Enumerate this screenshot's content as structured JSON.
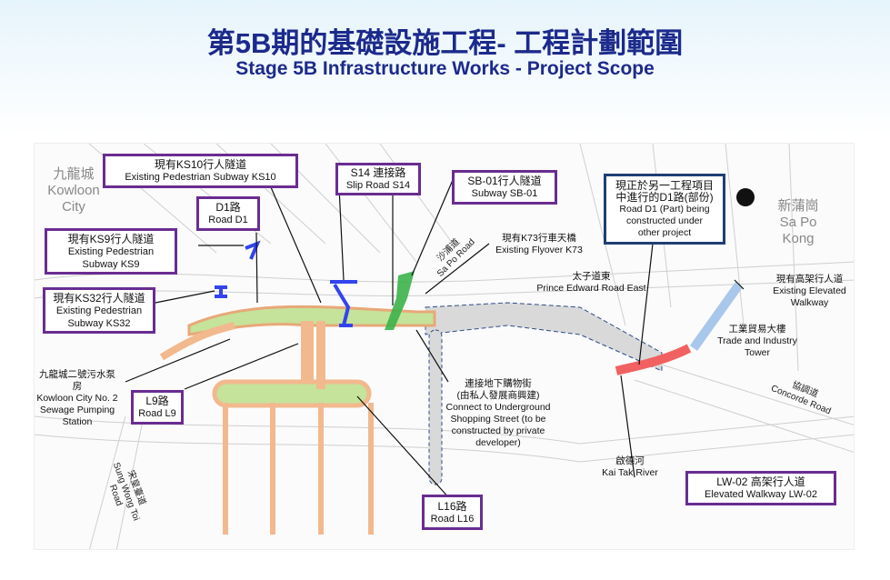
{
  "title_zh": "第5B期的基礎設施工程- 工程計劃範圍",
  "title_en": "Stage 5B Infrastructure Works - Project Scope",
  "places": {
    "kowloon_city": {
      "zh": "九龍城",
      "en1": "Kowloon",
      "en2": "City"
    },
    "sa_po_kong": {
      "zh": "新蒲崗",
      "en": "Sa Po Kong"
    }
  },
  "boxes": {
    "ks10": {
      "zh": "現有KS10行人隧道",
      "en": "Existing Pedestrian Subway KS10"
    },
    "s14": {
      "zh": "S14 連接路",
      "en": "Slip Road S14"
    },
    "sb01": {
      "zh": "SB-01行人隧道",
      "en": "Subway SB-01"
    },
    "d1": {
      "zh": "D1路",
      "en": "Road D1"
    },
    "ks9": {
      "zh": "現有KS9行人隧道",
      "en1": "Existing Pedestrian",
      "en2": "Subway KS9"
    },
    "ks32": {
      "zh": "現有KS32行人隧道",
      "en1": "Existing Pedestrian",
      "en2": "Subway KS32"
    },
    "d1_part": {
      "zh1": "現正於另一工程項目",
      "zh2": "中進行的D1路(部份)",
      "en1": "Road D1 (Part) being",
      "en2": "constructed under",
      "en3": "other project"
    },
    "l9": {
      "zh": "L9路",
      "en": "Road L9"
    },
    "l16": {
      "zh": "L16路",
      "en": "Road L16"
    },
    "lw02": {
      "zh": "LW-02 高架行人道",
      "en": "Elevated Walkway LW-02"
    }
  },
  "labels": {
    "k73": {
      "zh": "現有K73行車天橋",
      "en": "Existing Flyover K73"
    },
    "pere": {
      "zh": "太子道東",
      "en": "Prince Edward Road East"
    },
    "elev_walk": {
      "zh": "現有高架行人道",
      "en1": "Existing Elevated",
      "en2": "Walkway"
    },
    "tit": {
      "zh": "工業貿易大樓",
      "en1": "Trade and Industry",
      "en2": "Tower"
    },
    "concorde": {
      "zh": "協調道",
      "en": "Concorde Road"
    },
    "sapo_road": {
      "zh": "沙浦道",
      "en": "Sa Po Road"
    },
    "sewage": {
      "zh1": "九龍城二號污水泵",
      "zh2": "房",
      "en1": "Kowloon City No. 2",
      "en2": "Sewage Pumping",
      "en3": "Station"
    },
    "shopping": {
      "zh1": "連接地下購物街",
      "zh2": "(由私人發展商興建)",
      "en1": "Connect to Underground",
      "en2": "Shopping Street (to be",
      "en3": "constructed by private",
      "en4": "developer)"
    },
    "kai_tak": {
      "zh": "啟德河",
      "en": "Kai Tak River"
    },
    "sung_wong": {
      "zh": "宋皇臺道",
      "en": "Sung Wong Toi Road"
    }
  },
  "colors": {
    "title": "#1c2a8c",
    "box_border": "#6a2c91",
    "road_new": "#f2b98e",
    "road_green": "#c5e39a",
    "subway": "#3344ee",
    "s14": "#3cb34a",
    "walkway_new": "#f26161",
    "walkway_existing": "#a8c7ea"
  }
}
